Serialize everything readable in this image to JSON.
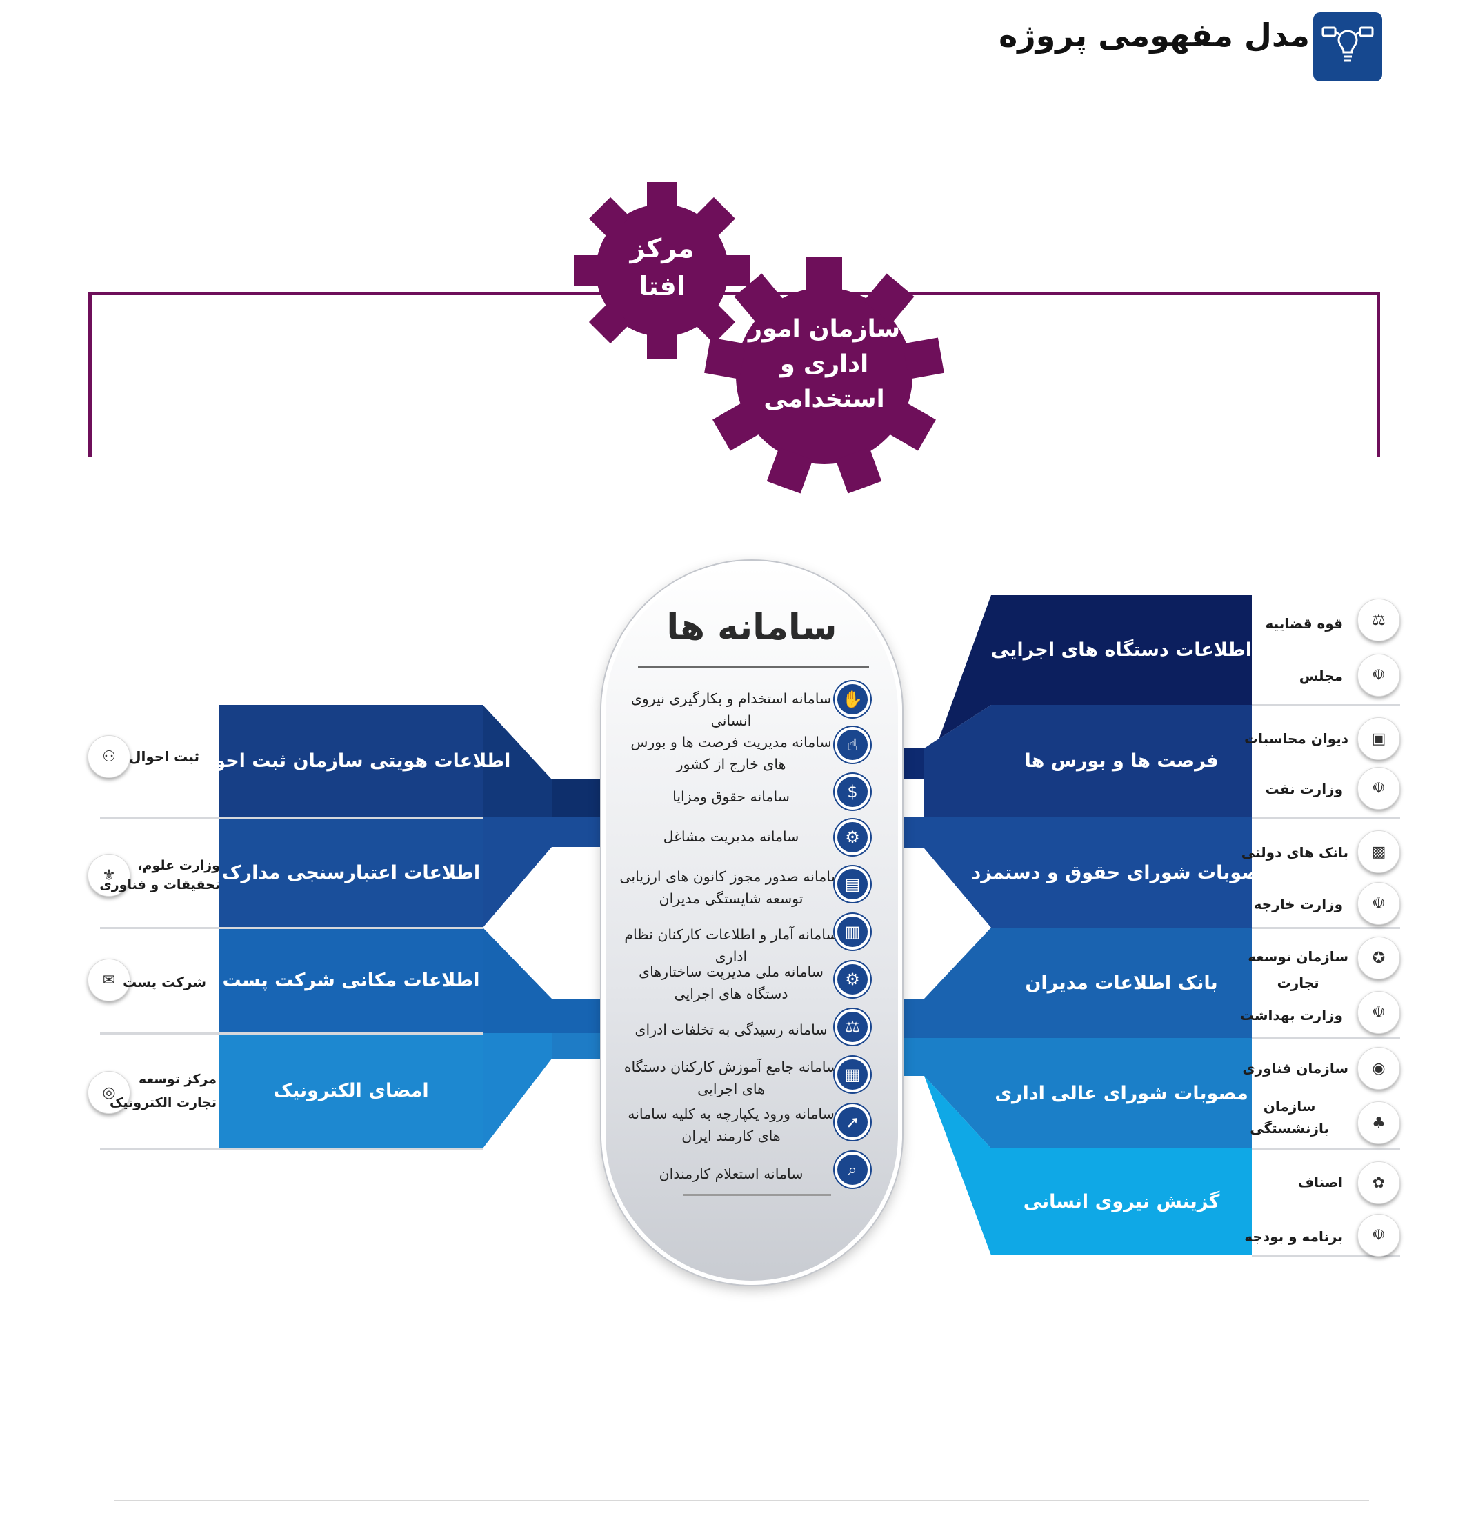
{
  "title": "مدل مفهومی پروژه",
  "icons": {
    "title": "lightbulb-icon",
    "colors": {
      "purple": "#6e0f5a",
      "navy": "#0c1f5e",
      "title_icon_bg": "#16488f"
    }
  },
  "gears": {
    "small": "مرکز\nافتا",
    "large": "سازمان امور\nاداری و\nاستخدامی"
  },
  "center": {
    "title": "سامانه ها",
    "systems": [
      {
        "label": "سامانه استخدام و بکارگیری نیروی انسانی",
        "icon": "handshake-icon"
      },
      {
        "label": "سامانه مدیریت فرصت ها و بورس های خارج از کشور",
        "icon": "hand-icon"
      },
      {
        "label": "سامانه حقوق ومزایا",
        "icon": "money-icon"
      },
      {
        "label": "سامانه مدیریت مشاغل",
        "icon": "gears-icon"
      },
      {
        "label": "سامانه صدور مجوز کانون های ارزیابی توسعه شایستگی مدیران",
        "icon": "certificate-icon"
      },
      {
        "label": "سامانه آمار و اطلاعات کارکنان نظام اداری",
        "icon": "chart-icon"
      },
      {
        "label": "سامانه ملی مدیریت ساختارهای دستگاه های اجرایی",
        "icon": "structure-icon"
      },
      {
        "label": "سامانه رسیدگی به تخلفات  ادرای",
        "icon": "gavel-icon"
      },
      {
        "label": "سامانه جامع آموزش کارکنان دستگاه های اجرایی",
        "icon": "training-icon"
      },
      {
        "label": "سامانه ورود یکپارچه به کلیه سامانه های کارمند ایران",
        "icon": "cursor-icon"
      },
      {
        "label": "سامانه استعلام کارمندان",
        "icon": "search-person-icon"
      }
    ]
  },
  "left": [
    {
      "block": "اطلاعات هویتی سازمان ثبت احوال",
      "org": "ثبت احوال",
      "logo": "sabt-ahval-logo",
      "color": "#173f86"
    },
    {
      "block": "اطلاعات اعتبارسنجی مدارک",
      "org": "وزارت علوم،\nتحقیقات و فناوری",
      "logo": "msrt-logo",
      "color": "#1a4f9b"
    },
    {
      "block": "اطلاعات مکانی شرکت پست",
      "org": "شرکت پست",
      "logo": "post-logo",
      "color": "#1865b4"
    },
    {
      "block": "امضای الکترونیک",
      "org": "مرکز توسعه\nتجارت الکترونیک",
      "logo": "ecommerce-logo",
      "color": "#1d88d0"
    }
  ],
  "right": [
    {
      "block": "اطلاعات دستگاه های اجرایی",
      "orgs": [
        "قوه قضاییه",
        "مجلس"
      ],
      "logos": [
        "judiciary-logo",
        "majlis-logo"
      ],
      "color": "#0c1f5e"
    },
    {
      "block": "فرصت ها و بورس ها",
      "orgs": [
        "دیوان محاسبات",
        "وزارت نفت"
      ],
      "logos": [
        "audit-court-logo",
        "oil-ministry-logo"
      ],
      "color": "#163a83"
    },
    {
      "block": "مصوبات شورای حقوق و دستمزد",
      "orgs": [
        "بانک های دولتی",
        "وزارت خارجه"
      ],
      "logos": [
        "banks-logo",
        "foreign-ministry-logo"
      ],
      "color": "#1a4c9a"
    },
    {
      "block": "بانک اطلاعات مدیران",
      "orgs": [
        "سازمان توسعه\nتجارت",
        "وزارت بهداشت"
      ],
      "logos": [
        "trade-org-logo",
        "health-ministry-logo"
      ],
      "color": "#1a63b0"
    },
    {
      "block": "مصوبات  شورای عالی اداری",
      "orgs": [
        "سازمان فناوری",
        "سازمان\nبازنشستگی"
      ],
      "logos": [
        "ito-logo",
        "pension-logo"
      ],
      "color": "#1b7fc8"
    },
    {
      "block": "گزینش نیروی انسانی",
      "orgs": [
        "اصناف",
        "برنامه و بودجه"
      ],
      "logos": [
        "guilds-logo",
        "budget-logo"
      ],
      "color": "#0fa8e6"
    }
  ]
}
